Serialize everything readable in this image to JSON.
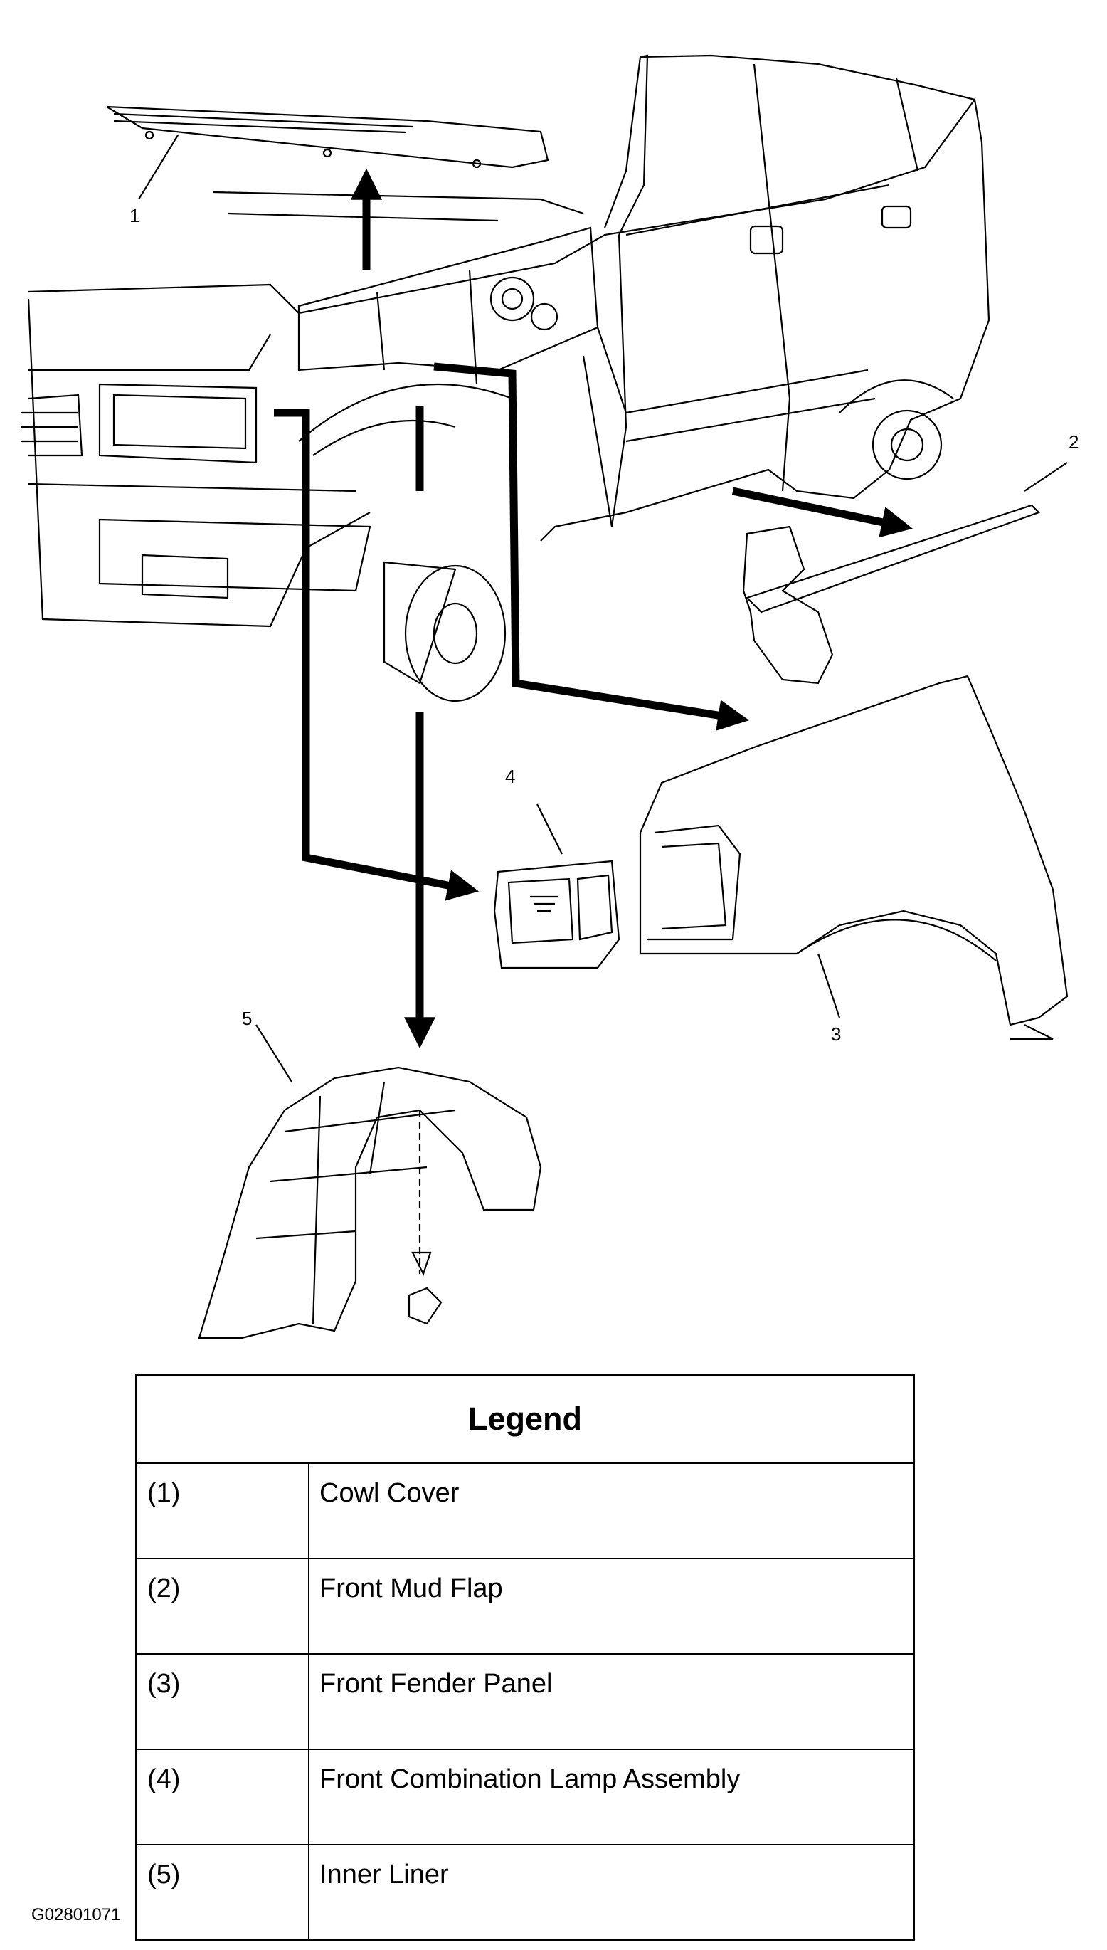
{
  "callouts": [
    "1",
    "2",
    "3",
    "4",
    "5"
  ],
  "legend": {
    "title": "Legend",
    "rows": [
      {
        "num": "(1)",
        "desc": "Cowl Cover"
      },
      {
        "num": "(2)",
        "desc": "Front Mud Flap"
      },
      {
        "num": "(3)",
        "desc": "Front Fender Panel"
      },
      {
        "num": "(4)",
        "desc": "Front Combination Lamp Assembly"
      },
      {
        "num": "(5)",
        "desc": "Inner Liner"
      }
    ]
  },
  "figure_code": "G02801071"
}
